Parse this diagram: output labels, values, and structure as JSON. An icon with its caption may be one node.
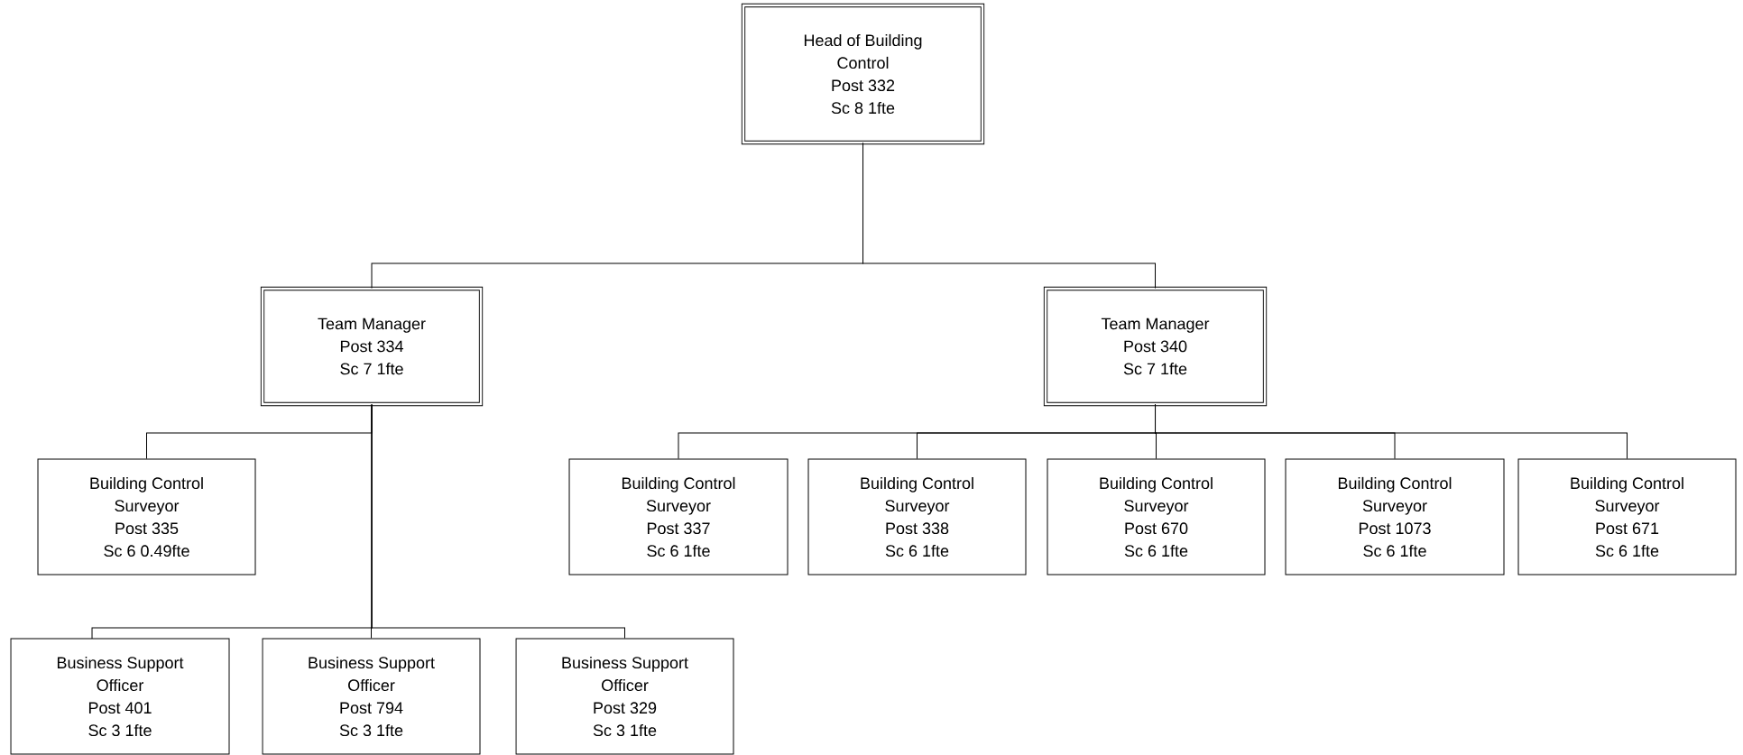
{
  "diagram": {
    "nodes": [
      {
        "text": [
          "Head of Building Control",
          "Post 332",
          "Sc 8 1fte"
        ]
      },
      {
        "text": [
          "Team Manager",
          "Post 334",
          "Sc 7 1fte"
        ]
      },
      {
        "text": [
          "Team Manager",
          "Post 340",
          "Sc 7 1fte"
        ]
      },
      {
        "text": [
          "Building Control Surveyor",
          "Post 335",
          "Sc 6 0.49fte"
        ]
      },
      {
        "text": [
          "Building Control Surveyor",
          "Post 337",
          "Sc 6 1fte"
        ]
      },
      {
        "text": [
          "Building Control Surveyor",
          "Post 338",
          "Sc 6 1fte"
        ]
      },
      {
        "text": [
          "Building Control Surveyor",
          "Post 670",
          "Sc 6 1fte"
        ]
      },
      {
        "text": [
          "Building Control Surveyor",
          "Post 1073",
          "Sc 6 1fte"
        ]
      },
      {
        "text": [
          "Building Control Surveyor",
          "Post 671",
          "Sc 6 1fte"
        ]
      },
      {
        "text": [
          "Business Support Officer",
          "Post 401",
          "Sc 3 1fte"
        ]
      },
      {
        "text": [
          "Business Support Officer",
          "Post 794",
          "Sc 3 1fte"
        ]
      },
      {
        "text": [
          "Business Support Officer",
          "Post 329",
          "Sc 3 1fte"
        ]
      }
    ],
    "edges": [
      {
        "from": 0,
        "to": 1,
        "arrow": "none"
      },
      {
        "from": 0,
        "to": 2,
        "arrow": "none"
      },
      {
        "from": 1,
        "to": 3,
        "arrow": "none"
      },
      {
        "from": 2,
        "to": 4,
        "arrow": "none"
      },
      {
        "from": 2,
        "to": 5,
        "arrow": "none"
      },
      {
        "from": 2,
        "to": 6,
        "arrow": "none"
      },
      {
        "from": 2,
        "to": 7,
        "arrow": "none"
      },
      {
        "from": 2,
        "to": 8,
        "arrow": "none"
      },
      {
        "from": 1,
        "to": 9,
        "arrow": "none"
      },
      {
        "from": 1,
        "to": 10,
        "arrow": "none"
      },
      {
        "from": 1,
        "to": 11,
        "arrow": "none"
      }
    ]
  }
}
